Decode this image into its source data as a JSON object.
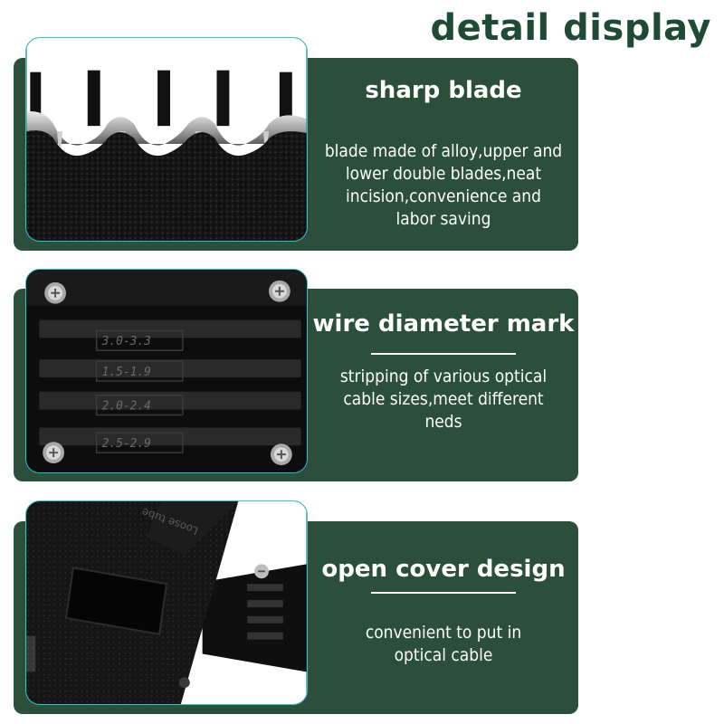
{
  "page": {
    "title": "detail display"
  },
  "features": [
    {
      "title": "sharp blade",
      "description": [
        "blade made of alloy,upper and",
        "lower double blades,neat",
        "incision,convenience and",
        "labor saving"
      ],
      "image_icon": "blade-closeup-photo"
    },
    {
      "title": "wire diameter mark",
      "description": [
        "stripping of various optical",
        "cable sizes,meet different",
        "neds"
      ],
      "image_icon": "diameter-mark-photo",
      "marks": [
        "3.0-3.3",
        "1.5-1.9",
        "2.0-2.4",
        "2.5-2.9"
      ]
    },
    {
      "title": "open cover design",
      "description": [
        "convenient to put in",
        "optical cable"
      ],
      "image_icon": "open-cover-photo",
      "engraving": "Loose tube"
    }
  ],
  "colors": {
    "panel": "#2b4f3b",
    "title": "#1e4a37",
    "photo_border": "#2ec4c8",
    "text": "#ffffff"
  }
}
